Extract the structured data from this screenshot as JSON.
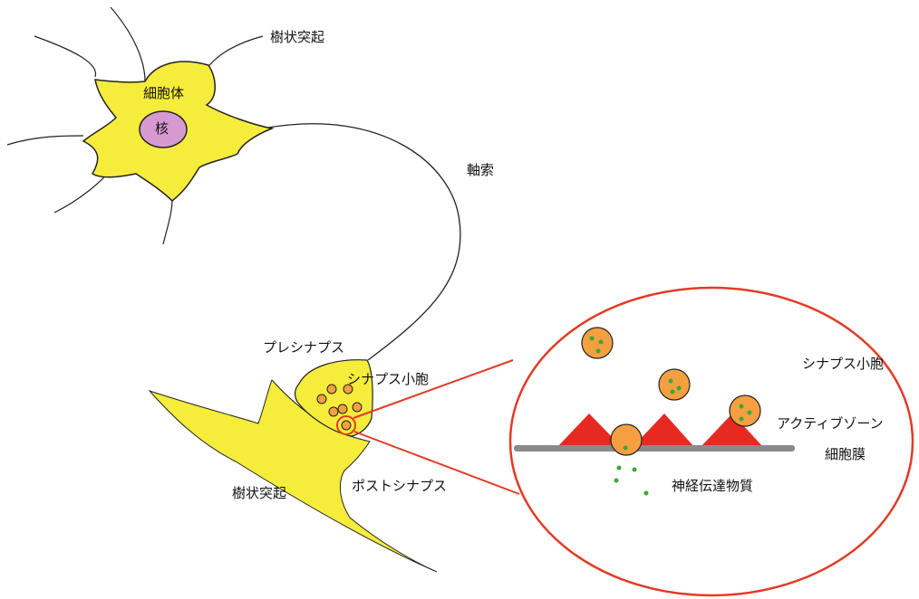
{
  "labels": {
    "dendrite_top": "樹状突起",
    "cell_body": "細胞体",
    "nucleus": "核",
    "axon": "軸索",
    "presynapse": "プレシナプス",
    "synaptic_vesicle_small": "シナプス小胞",
    "dendrite_bottom": "樹状突起",
    "postsynapse": "ポストシナプス",
    "synaptic_vesicle_zoom": "シナプス小胞",
    "active_zone": "アクティブゾーン",
    "cell_membrane": "細胞膜",
    "neurotransmitter": "神経伝達物質"
  },
  "colors": {
    "neuron_fill": "#f5ec3c",
    "nucleus_fill": "#d79ad0",
    "vesicle_fill": "#f5a040",
    "transmitter": "#3aa83a",
    "active_zone": "#e62a22",
    "membrane": "#8a8a8a",
    "zoom_ring": "#e23b26",
    "outline": "#222222"
  }
}
